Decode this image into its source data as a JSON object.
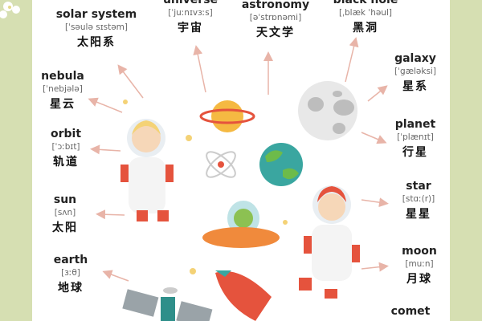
{
  "colors": {
    "band": "#d6dfb2",
    "arrow": "#e8b4a8",
    "accent_red": "#e5533d",
    "planet_orange": "#f5b942"
  },
  "entries": [
    {
      "word": "solar system",
      "ipa": "[ˈsəulə sɪstəm]",
      "zh": "太阳系"
    },
    {
      "word": "nebula",
      "ipa": "[ˈnebjələ]",
      "zh": "星云"
    },
    {
      "word": "orbit",
      "ipa": "[ˈɔːbɪt]",
      "zh": "轨道"
    },
    {
      "word": "sun",
      "ipa": "[sʌn]",
      "zh": "太阳"
    },
    {
      "word": "earth",
      "ipa": "[ɜːθ]",
      "zh": "地球"
    },
    {
      "word": "universe",
      "ipa": "[ˈjuːnɪvɜːs]",
      "zh": "宇宙"
    },
    {
      "word": "astronomy",
      "ipa": "[əˈstrɒnəmi]",
      "zh": "天文学"
    },
    {
      "word": "black hole",
      "ipa": "[ˌblæk ˈhəul]",
      "zh": "黑洞"
    },
    {
      "word": "galaxy",
      "ipa": "[ˈgæləksi]",
      "zh": "星系"
    },
    {
      "word": "planet",
      "ipa": "[ˈplænɪt]",
      "zh": "行星"
    },
    {
      "word": "star",
      "ipa": "[stɑː(r)]",
      "zh": "星星"
    },
    {
      "word": "moon",
      "ipa": "[muːn]",
      "zh": "月球"
    },
    {
      "word": "comet",
      "ipa": "",
      "zh": ""
    }
  ]
}
